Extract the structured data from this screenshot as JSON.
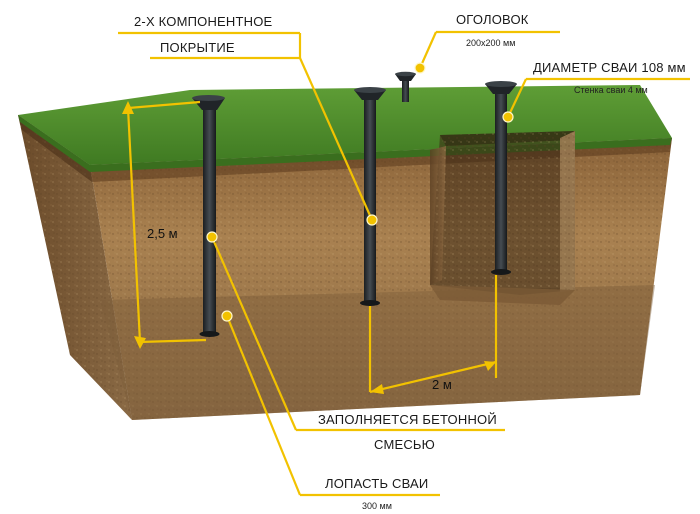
{
  "labels": {
    "coating_line1": "2-Х КОМПОНЕНТНОЕ",
    "coating_line2": "ПОКРЫТИЕ",
    "cap_title": "ОГОЛОВОК",
    "cap_size": "200х200 мм",
    "diameter_title": "ДИАМЕТР СВАИ 108 мм",
    "wall_note": "Стенка сваи 4 мм",
    "depth": "2,5 м",
    "spacing": "2 м",
    "concrete_line1": "ЗАПОЛНЯЕТСЯ БЕТОННОЙ",
    "concrete_line2": "СМЕСЬЮ",
    "blade_title": "ЛОПАСТЬ СВАИ",
    "blade_size": "300 мм"
  },
  "colors": {
    "accent": "#f2c200",
    "grass": "#4c8a2a",
    "soil": "#a67c4a",
    "soil_dark": "#6e4f2c",
    "pile": "#2a2f33"
  },
  "icons": [
    "pile-icon",
    "callout-dot-icon"
  ]
}
